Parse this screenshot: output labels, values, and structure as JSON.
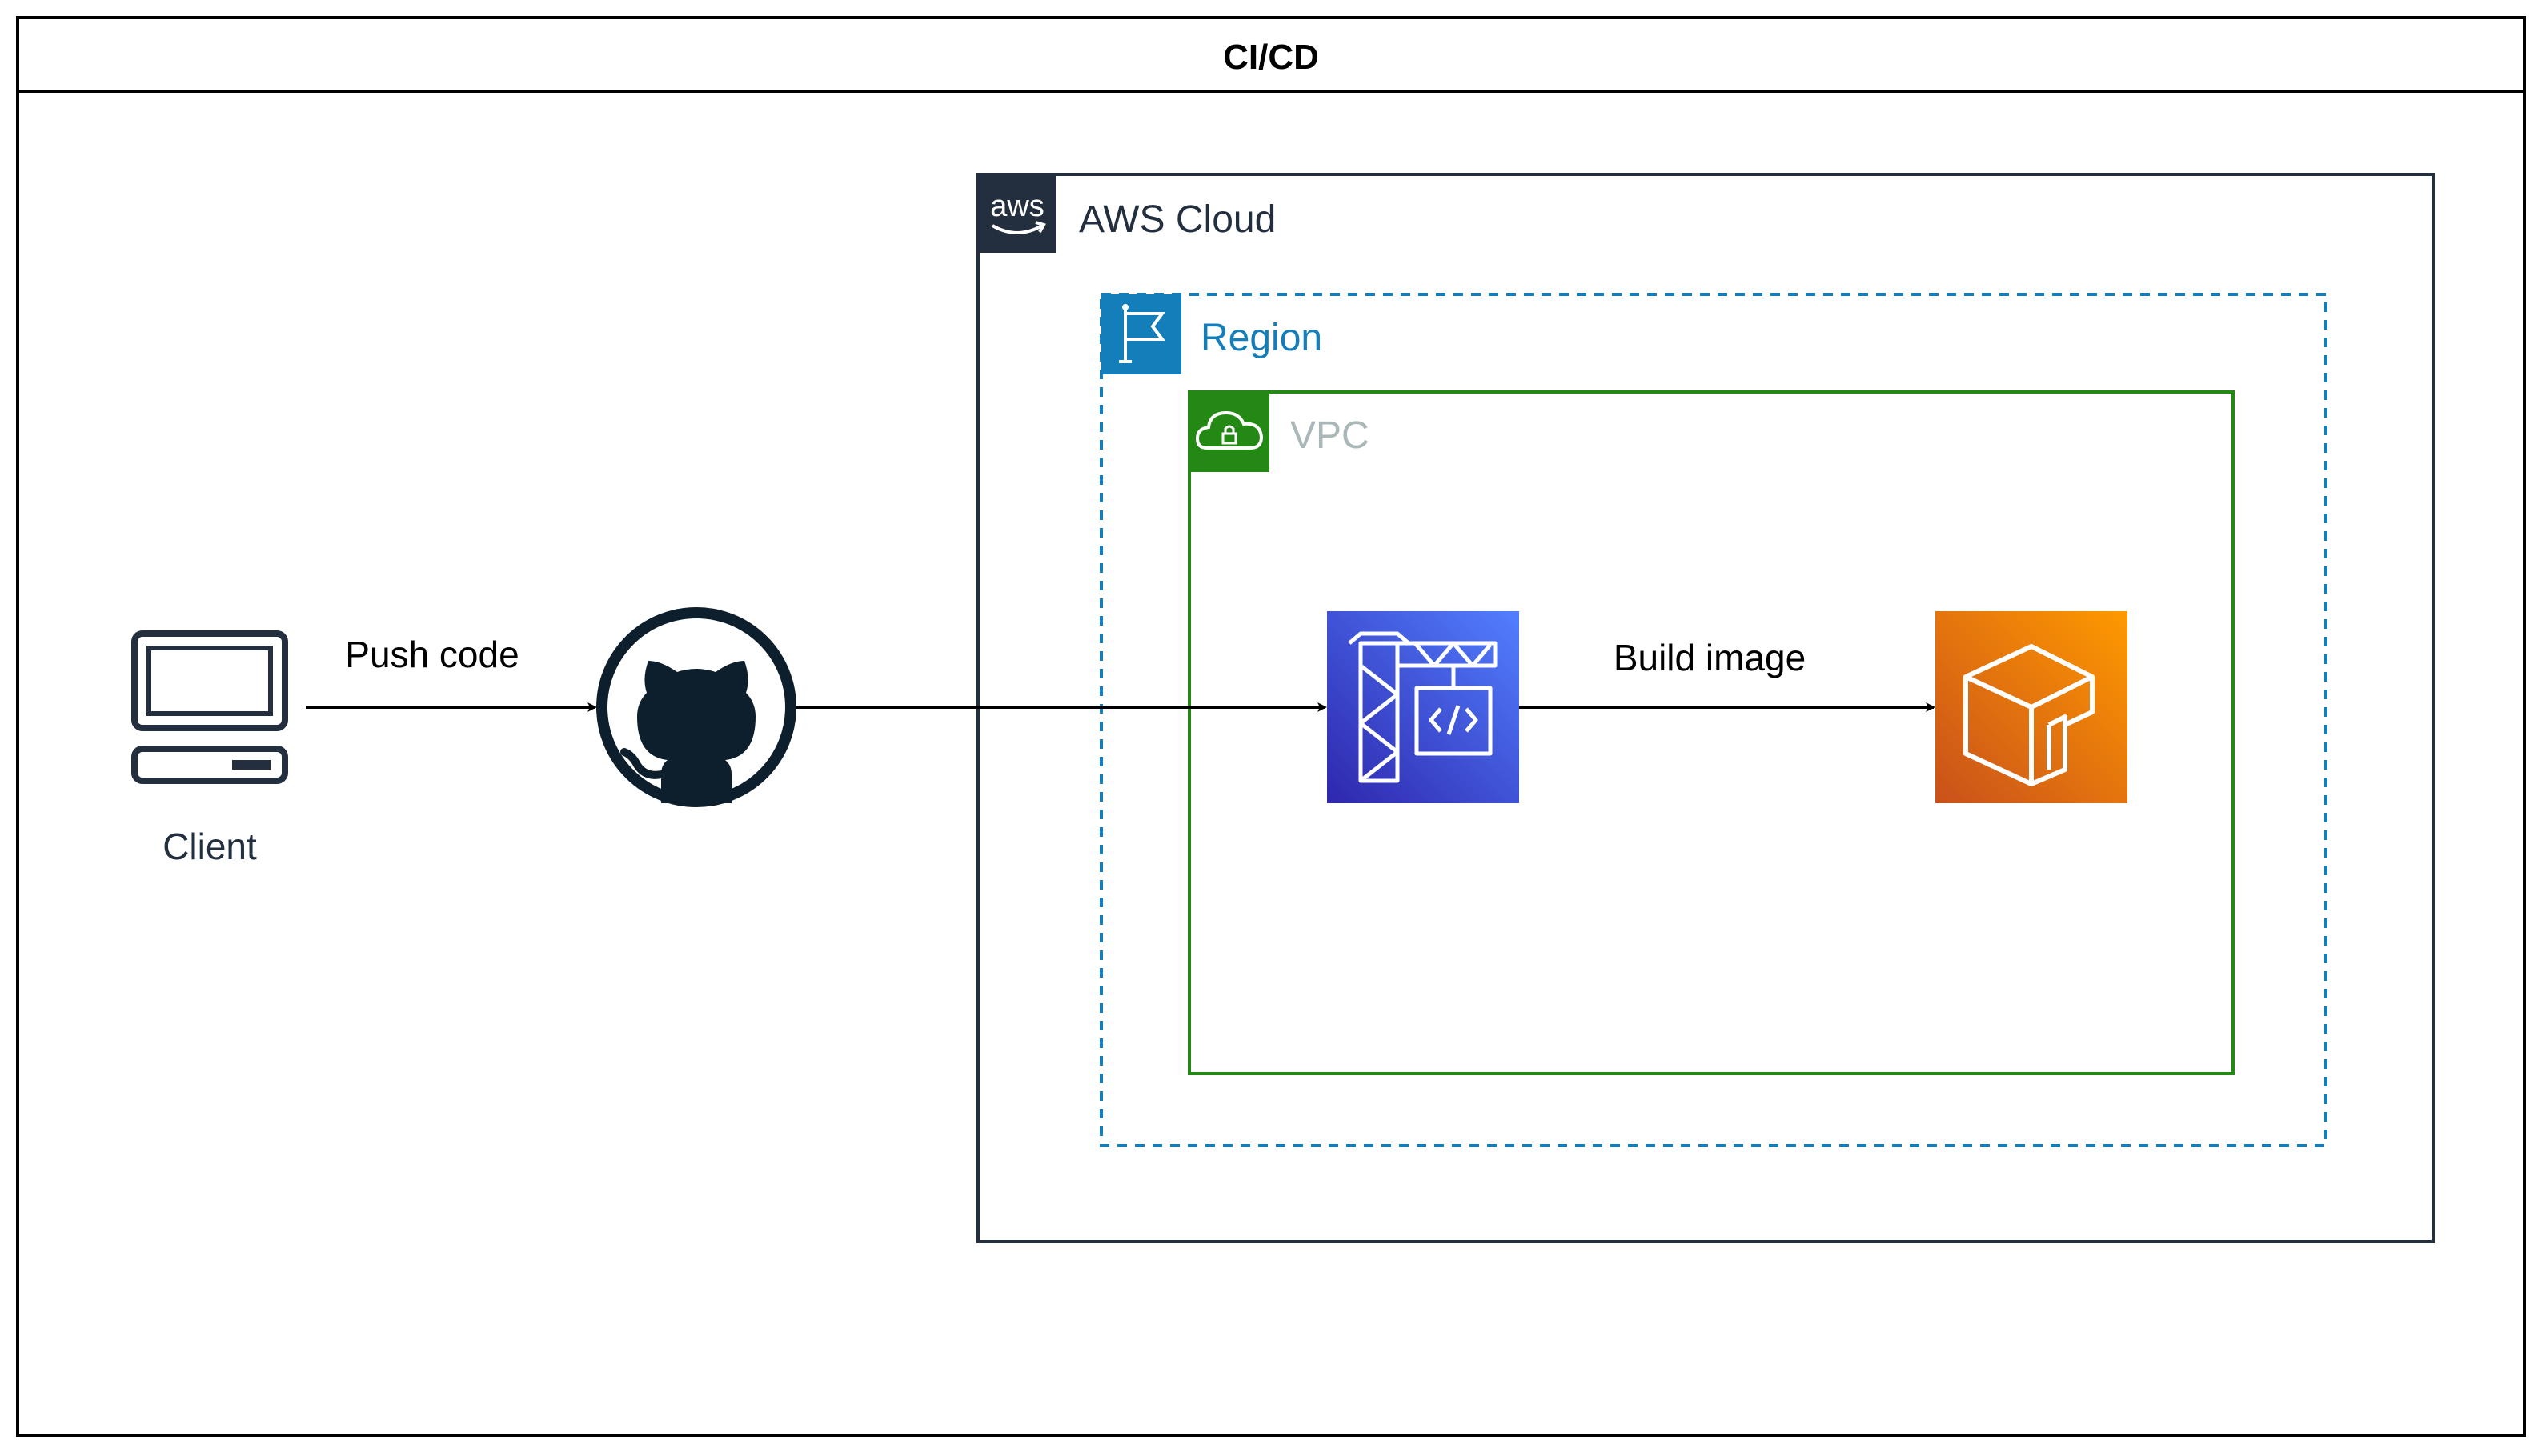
{
  "diagram": {
    "title": "CI/CD",
    "groups": {
      "aws_cloud": {
        "label": "AWS Cloud",
        "logo_text": "aws",
        "color": "#232F3E"
      },
      "region": {
        "label": "Region",
        "color": "#147EBA"
      },
      "vpc": {
        "label": "VPC",
        "color": "#248814",
        "label_color": "#AAB7B8"
      }
    },
    "nodes": {
      "client": {
        "label": "Client",
        "icon": "desktop-computer-icon"
      },
      "github": {
        "label": "",
        "icon": "github-icon"
      },
      "codebuild": {
        "label": "",
        "icon": "aws-codebuild-icon",
        "gradient": [
          "#2E27AD",
          "#527FFF"
        ]
      },
      "ecr": {
        "label": "",
        "icon": "aws-ecr-icon",
        "gradient": [
          "#C8511B",
          "#FF9900"
        ]
      }
    },
    "edges": {
      "client_to_github": {
        "label": "Push code"
      },
      "github_to_codebuild": {
        "label": ""
      },
      "codebuild_to_ecr": {
        "label": "Build image"
      }
    }
  }
}
